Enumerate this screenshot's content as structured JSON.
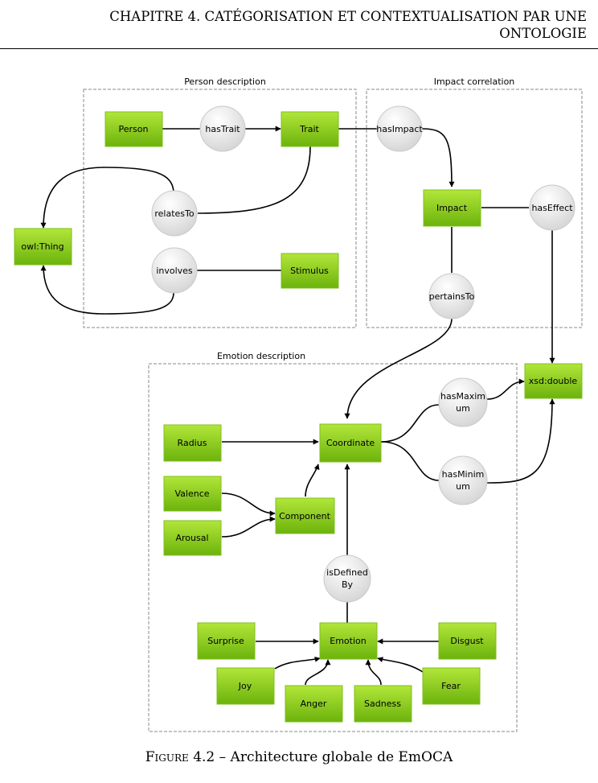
{
  "header": {
    "line1": "CHAPITRE 4.  CATÉGORISATION ET CONTEXTUALISATION PAR UNE",
    "line2": "ONTOLOGIE"
  },
  "caption": {
    "label": "Figure 4.2",
    "text": " – Architecture globale de EmOCA"
  },
  "groups": {
    "person": "Person description",
    "impact": "Impact correlation",
    "emotion": "Emotion description"
  },
  "classes": {
    "person": "Person",
    "trait": "Trait",
    "owl_thing": "owl:Thing",
    "stimulus": "Stimulus",
    "impact": "Impact",
    "xsd_double": "xsd:double",
    "radius": "Radius",
    "coordinate": "Coordinate",
    "valence": "Valence",
    "arousal": "Arousal",
    "component": "Component",
    "emotion": "Emotion",
    "surprise": "Surprise",
    "disgust": "Disgust",
    "joy": "Joy",
    "anger": "Anger",
    "sadness": "Sadness",
    "fear": "Fear"
  },
  "properties": {
    "has_trait": "hasTrait",
    "relates_to": "relatesTo",
    "involves": "involves",
    "has_impact": "hasImpact",
    "has_effect": "hasEffect",
    "pertains_to": "pertainsTo",
    "has_maximum": [
      "hasMaxim",
      "um"
    ],
    "has_minimum": [
      "hasMinim",
      "um"
    ],
    "is_defined_by": [
      "isDefined",
      "By"
    ]
  },
  "colors": {
    "class_fill_top": "#a8e02a",
    "class_fill_bottom": "#6fb50d",
    "property_fill": "#e6e6e6",
    "group_border": "#8a8a8a"
  }
}
